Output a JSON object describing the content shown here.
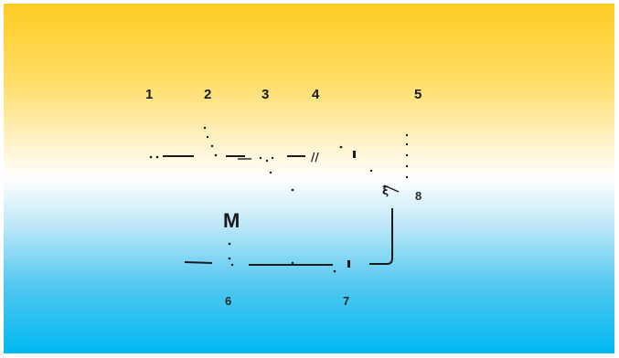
{
  "labels": {
    "n1": "1",
    "n2": "2",
    "n3": "3",
    "n4": "4",
    "n5": "5",
    "n6": "6",
    "n7": "7",
    "n8": "8",
    "motor": "M"
  },
  "colors": {
    "top": "#ffcc22",
    "middle": "#ffffff",
    "bottom": "#00b8f0",
    "ink": "#1a1a1a"
  }
}
